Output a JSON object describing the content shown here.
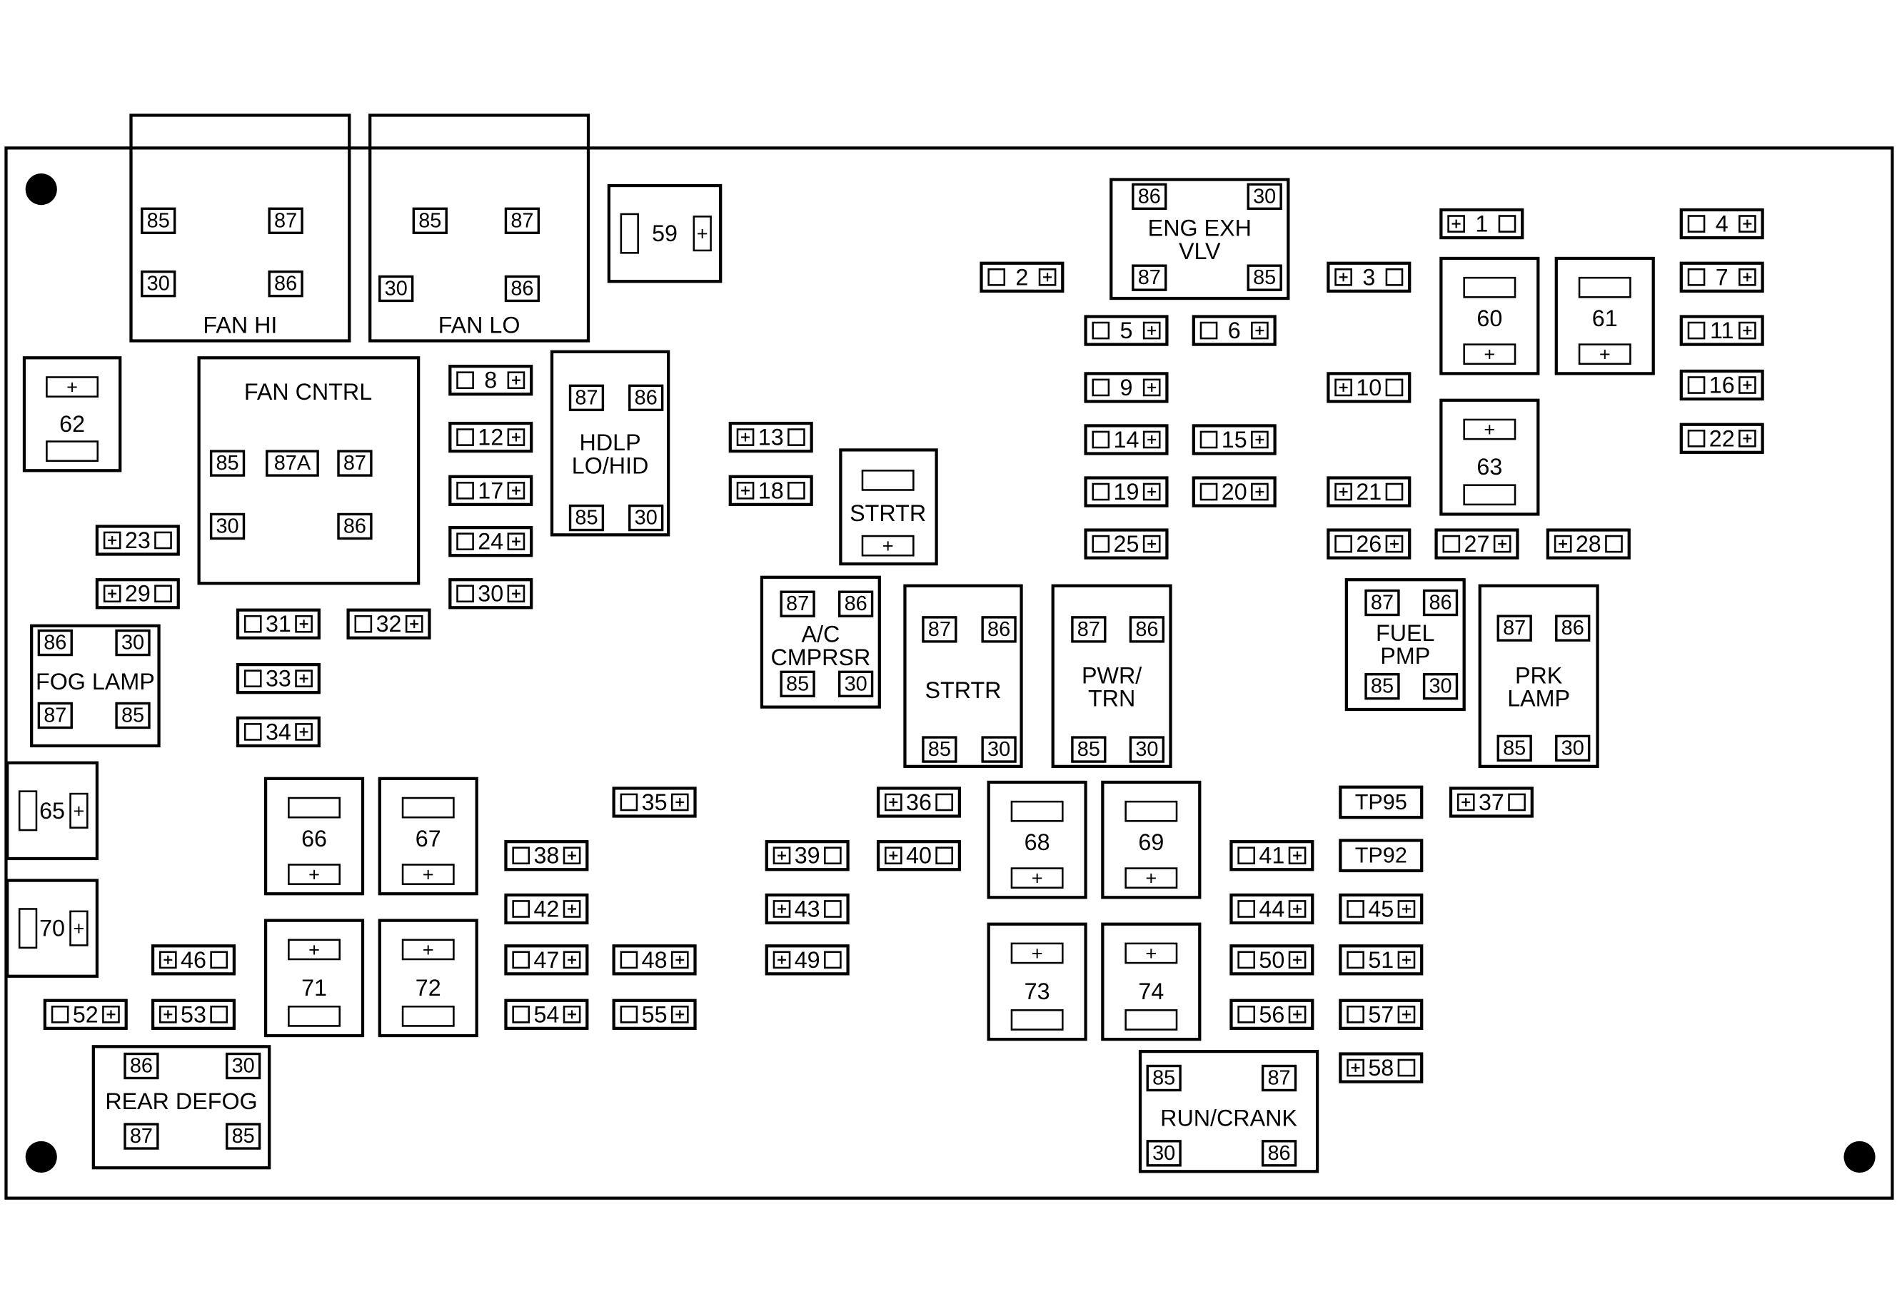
{
  "diagram": {
    "relays": [
      {
        "id": "fan-hi",
        "label": "FAN HI",
        "pins": [
          "85",
          "87",
          "30",
          "86"
        ]
      },
      {
        "id": "fan-lo",
        "label": "FAN LO",
        "pins": [
          "85",
          "87",
          "30",
          "86"
        ]
      },
      {
        "id": "fan-cntrl",
        "label": "FAN CNTRL",
        "pins": [
          "85",
          "87A",
          "87",
          "30",
          "86"
        ]
      },
      {
        "id": "hdlp",
        "label": "HDLP LO/HID",
        "pins": [
          "87",
          "86",
          "85",
          "30"
        ]
      },
      {
        "id": "eng-exh",
        "label": "ENG EXH VLV",
        "pins": [
          "86",
          "30",
          "87",
          "85"
        ]
      },
      {
        "id": "fog-lamp",
        "label": "FOG LAMP",
        "pins": [
          "86",
          "30",
          "87",
          "85"
        ]
      },
      {
        "id": "ac-cmprsr",
        "label": "A/C CMPRSR",
        "pins": [
          "87",
          "86",
          "85",
          "30"
        ]
      },
      {
        "id": "strtr-relay",
        "label": "STRTR",
        "pins": [
          "87",
          "86",
          "85",
          "30"
        ]
      },
      {
        "id": "pwr-trn",
        "label": "PWR/ TRN",
        "pins": [
          "87",
          "86",
          "85",
          "30"
        ]
      },
      {
        "id": "fuel-pmp",
        "label": "FUEL PMP",
        "pins": [
          "87",
          "86",
          "85",
          "30"
        ]
      },
      {
        "id": "prk-lamp",
        "label": "PRK LAMP",
        "pins": [
          "87",
          "86",
          "85",
          "30"
        ]
      },
      {
        "id": "rear-defog",
        "label": "REAR DEFOG",
        "pins": [
          "86",
          "30",
          "87",
          "85"
        ]
      },
      {
        "id": "run-crank",
        "label": "RUN/CRANK",
        "pins": [
          "85",
          "87",
          "30",
          "86"
        ]
      }
    ],
    "maxi_fuses": [
      "59",
      "62",
      "60",
      "61",
      "63",
      "65",
      "70",
      "66",
      "67",
      "71",
      "72",
      "68",
      "69",
      "73",
      "74"
    ],
    "strtr_fuse_label": "STRTR",
    "mini_fuses": [
      "1",
      "2",
      "3",
      "4",
      "5",
      "6",
      "7",
      "8",
      "9",
      "10",
      "11",
      "12",
      "13",
      "14",
      "15",
      "16",
      "17",
      "18",
      "19",
      "20",
      "21",
      "22",
      "23",
      "24",
      "25",
      "26",
      "27",
      "28",
      "29",
      "30",
      "31",
      "32",
      "33",
      "34",
      "35",
      "36",
      "37",
      "38",
      "39",
      "40",
      "41",
      "42",
      "43",
      "44",
      "45",
      "46",
      "47",
      "48",
      "49",
      "50",
      "51",
      "52",
      "53",
      "54",
      "55",
      "56",
      "57",
      "58"
    ],
    "test_points": [
      "TP95",
      "TP92"
    ],
    "plus_sign": "+"
  }
}
